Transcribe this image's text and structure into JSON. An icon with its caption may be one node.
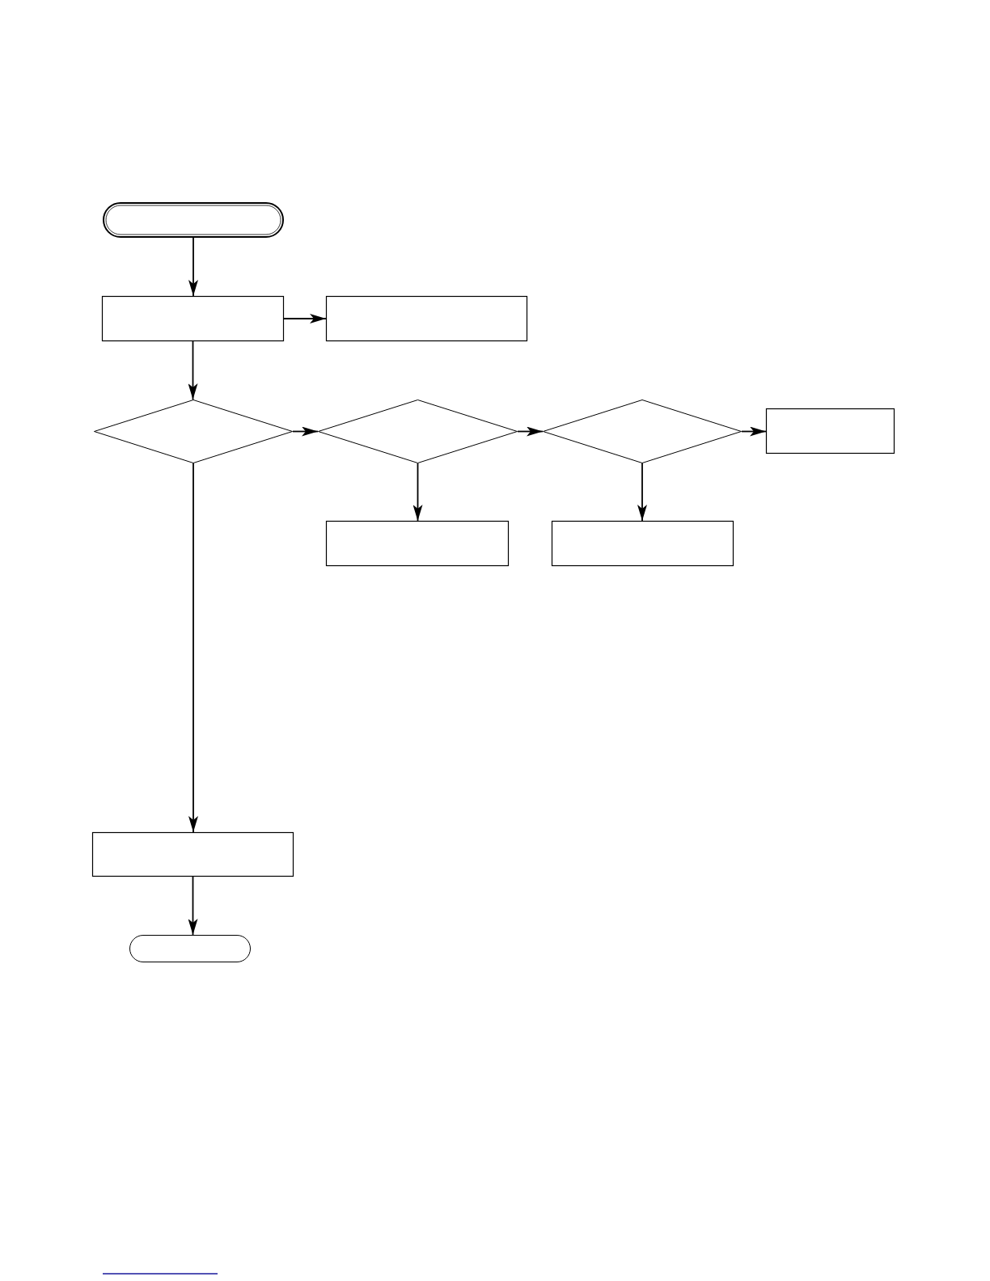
{
  "diagram": {
    "nodes": [
      {
        "text": [],
        "shape": "terminal"
      },
      {
        "text": [],
        "shape": "box"
      },
      {
        "text": [],
        "shape": "box"
      },
      {
        "text": [],
        "shape": "diamond"
      },
      {
        "text": [],
        "shape": "diamond"
      },
      {
        "text": [],
        "shape": "diamond"
      },
      {
        "text": [],
        "shape": "box"
      },
      {
        "text": [],
        "shape": "box"
      },
      {
        "text": [],
        "shape": "box"
      },
      {
        "text": [],
        "shape": "box"
      },
      {
        "text": [],
        "shape": "oval"
      }
    ],
    "edges": [
      {
        "from": 0,
        "to": 1,
        "arrow": "to"
      },
      {
        "from": 1,
        "to": 2,
        "arrow": "to"
      },
      {
        "from": 1,
        "to": 3,
        "arrow": "to"
      },
      {
        "from": 3,
        "to": 4,
        "arrow": "to"
      },
      {
        "from": 4,
        "to": 5,
        "arrow": "to"
      },
      {
        "from": 5,
        "to": 6,
        "arrow": "to"
      },
      {
        "from": 4,
        "to": 7,
        "arrow": "to"
      },
      {
        "from": 5,
        "to": 8,
        "arrow": "to"
      },
      {
        "from": 3,
        "to": 9,
        "arrow": "to"
      },
      {
        "from": 9,
        "to": 10,
        "arrow": "to"
      }
    ]
  }
}
